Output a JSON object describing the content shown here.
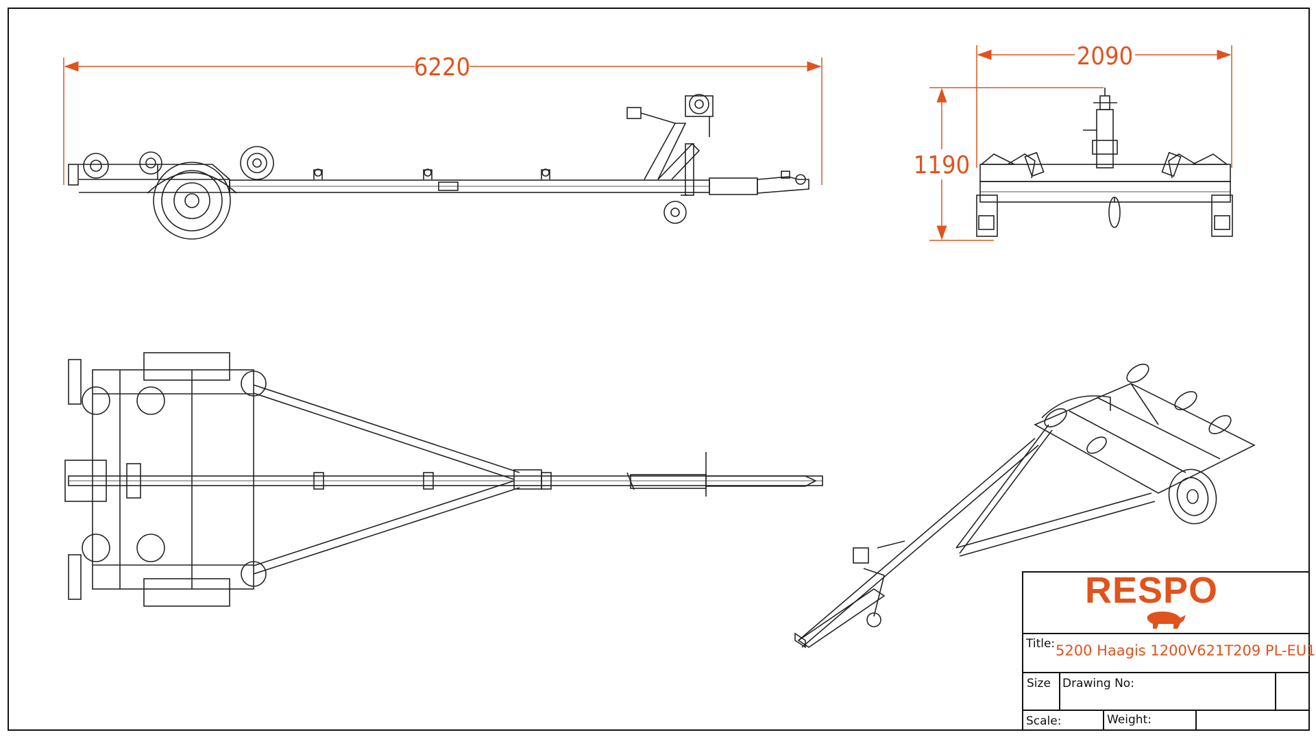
{
  "dimensions": {
    "length": "6220",
    "width": "2090",
    "height": "1190"
  },
  "title_block": {
    "brand": "RESPO",
    "title_label": "Title:",
    "title_value": "5200 Haagis 1200V621T209 PL-EU1.",
    "size_label": "Size",
    "drawing_no_label": "Drawing No:",
    "scale_label": "Scale:",
    "weight_label": "Weight:"
  },
  "colors": {
    "accent": "#e0531d",
    "line": "#222222"
  }
}
